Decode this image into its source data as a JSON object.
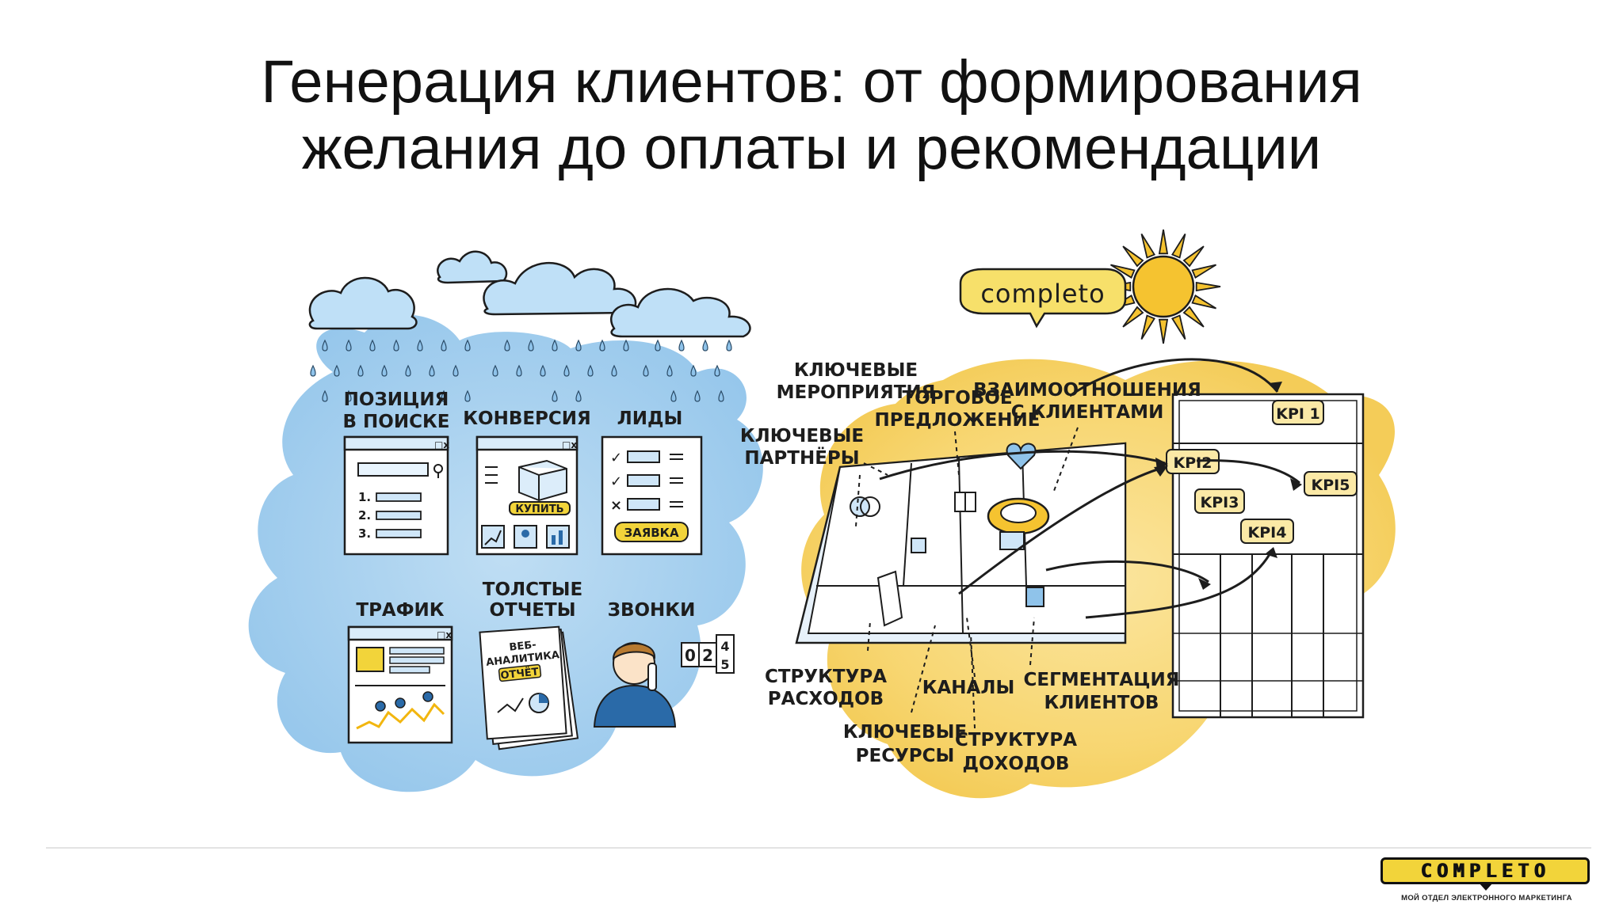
{
  "slide": {
    "title_line1": "Генерация клиентов: от формирования",
    "title_line2": "желания до оплаты и рекомендации"
  },
  "left_panel": {
    "search_position": {
      "label_line1": "ПОЗИЦИЯ",
      "label_line2": "В ПОИСКЕ",
      "list_numbers": [
        "1.",
        "2.",
        "3."
      ]
    },
    "conversion": {
      "label": "КОНВЕРСИЯ",
      "buy_button": "КУПИТЬ"
    },
    "leads": {
      "label": "ЛИДЫ",
      "request_button": "ЗАЯВКА"
    },
    "traffic": {
      "label": "ТРАФИК"
    },
    "reports": {
      "label_line1": "ТОЛСТЫЕ",
      "label_line2": "ОТЧЕТЫ",
      "doc_line1": "ВЕБ-",
      "doc_line2": "АНАЛИТИКА",
      "doc_stamp": "ОТЧЁТ"
    },
    "calls": {
      "label": "ЗВОНКИ",
      "counter": [
        "0",
        "2",
        "4",
        "5"
      ]
    }
  },
  "right_panel": {
    "brand_bubble": "completo",
    "labels": {
      "key_activities_1": "КЛЮЧЕВЫЕ",
      "key_activities_2": "МЕРОПРИЯТИЯ",
      "offer_1": "ТОРГОВОЕ",
      "offer_2": "ПРЕДЛОЖЕНИЕ",
      "relationships_1": "ВЗАИМООТНОШЕНИЯ",
      "relationships_2": "С КЛИЕНТАМИ",
      "key_partners_1": "КЛЮЧЕВЫЕ",
      "key_partners_2": "ПАРТНЁРЫ",
      "cost_structure_1": "СТРУКТУРА",
      "cost_structure_2": "РАСХОДОВ",
      "channels": "КАНАЛЫ",
      "segmentation_1": "СЕГМЕНТАЦИЯ",
      "segmentation_2": "КЛИЕНТОВ",
      "key_resources_1": "КЛЮЧЕВЫЕ",
      "key_resources_2": "РЕСУРСЫ",
      "revenue_structure_1": "СТРУКТУРА",
      "revenue_structure_2": "ДОХОДОВ"
    },
    "kpis": [
      "KPI 1",
      "KPI2",
      "KPI3",
      "KPI4",
      "KPI5"
    ]
  },
  "footer": {
    "logo_word": "COMPLETO",
    "logo_tagline": "МОЙ ОТДЕЛ ЭЛЕКТРОННОГО МАРКЕТИНГА"
  },
  "colors": {
    "sky_blue": "#a9d2f0",
    "cloud_fill": "#bfe0f7",
    "sun_yellow": "#f5c330",
    "warm_bg": "#f7d46a",
    "accent_yellow": "#f2d43a",
    "ink": "#1d1d1d"
  }
}
